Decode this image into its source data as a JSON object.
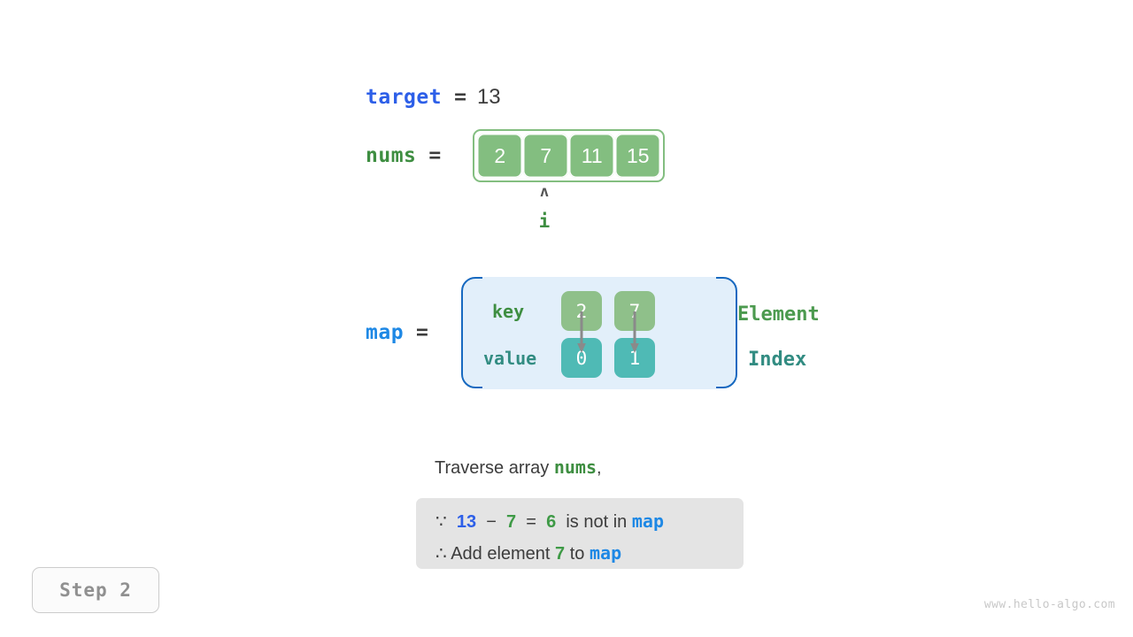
{
  "target": {
    "name": "target",
    "equals": "=",
    "value": "13"
  },
  "nums": {
    "name": "nums",
    "equals": "=",
    "cells": [
      "2",
      "7",
      "11",
      "15"
    ]
  },
  "pointer": {
    "caret": "ʌ",
    "label": "i"
  },
  "map": {
    "name": "map",
    "equals": "=",
    "key_label": "key",
    "value_label": "value",
    "keys": [
      "2",
      "7"
    ],
    "values": [
      "0",
      "1"
    ],
    "side_labels": {
      "element": "Element",
      "index": "Index"
    }
  },
  "description": {
    "intro_before": "Traverse array ",
    "intro_keyword": "nums",
    "intro_after": ",",
    "line1": {
      "symbol": "∵",
      "target_value": "13",
      "minus": "−",
      "operand": "7",
      "equals": "=",
      "result": "6",
      "text_after": "is not in",
      "map_keyword": "map"
    },
    "line2": {
      "symbol": "∴",
      "text_before": "Add element",
      "element": "7",
      "text_middle": "to",
      "map_keyword": "map"
    }
  },
  "step_badge": "Step 2",
  "watermark": "www.hello-algo.com",
  "colors": {
    "target_blue": "#2D5FE8",
    "nums_green": "#3E8E41",
    "map_blue": "#1E88E5",
    "array_cell_green": "#83BE80",
    "key_cell_green": "#8FC08A",
    "value_cell_teal": "#4FBAB5",
    "map_box_fill": "#E2EFFA",
    "map_box_border": "#1769C0",
    "detail_box_bg": "#E4E4E4",
    "index_teal": "#328C82"
  }
}
